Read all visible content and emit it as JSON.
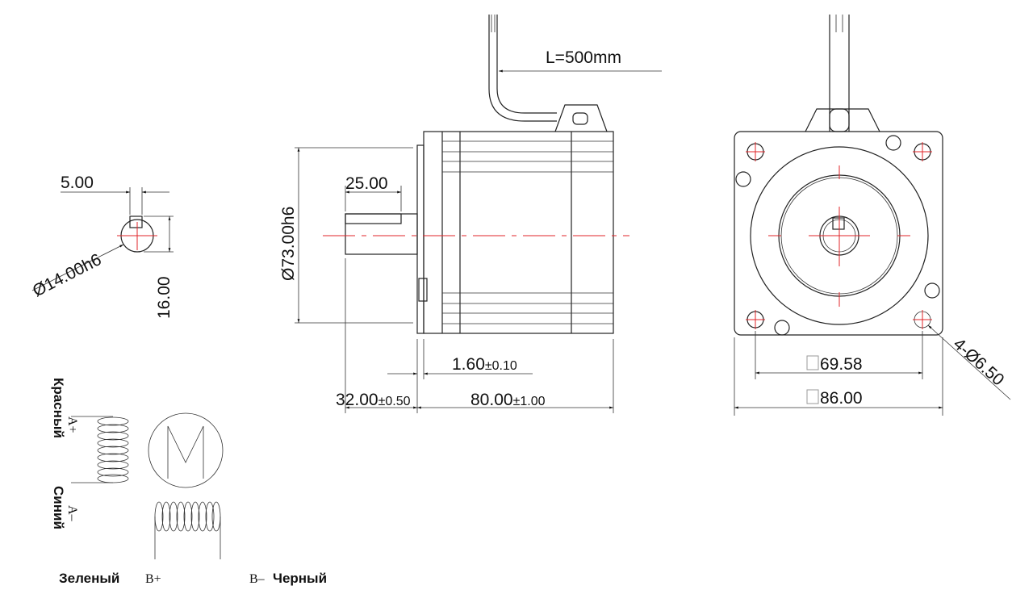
{
  "dimensions": {
    "cable_length": "L=500mm",
    "key_width": "5.00",
    "shaft_diameter": "Ø14.00h6",
    "shaft_key_height": "16.00",
    "pilot_diameter": "Ø73.00h6",
    "key_length": "25.00",
    "pilot_depth": "1.60",
    "pilot_depth_tol": "±0.10",
    "shaft_length": "32.00",
    "shaft_length_tol": "±0.50",
    "body_length": "80.00",
    "body_length_tol": "±1.00",
    "hole_spacing": "69.58",
    "flange_size": "86.00",
    "mount_holes": "4-Ø6.50"
  },
  "wiring": {
    "a_plus_pin": "A+",
    "a_plus_color": "Красный",
    "a_minus_pin": "A–",
    "a_minus_color": "Синий",
    "b_plus_pin": "B+",
    "b_plus_color": "Зеленый",
    "b_minus_pin": "B–",
    "b_minus_color": "Черный",
    "motor_symbol": "M"
  },
  "colors": {
    "centerline": "#e0262a",
    "line": "#222222"
  }
}
